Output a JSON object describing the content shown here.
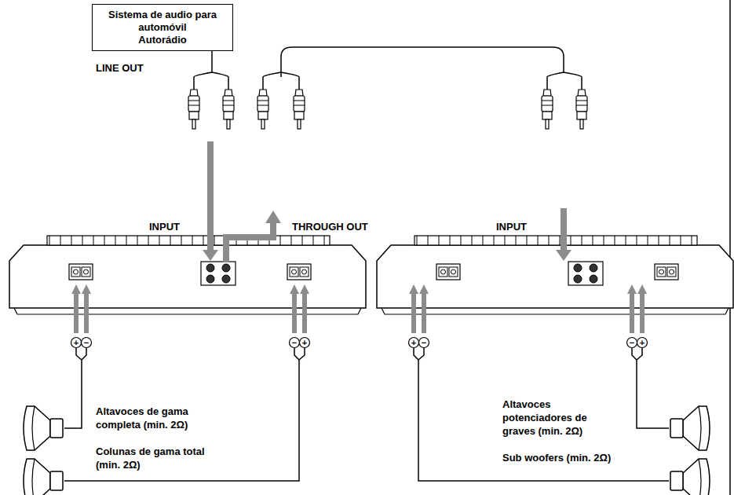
{
  "diagram": {
    "nodes": [
      {
        "text": [
          "Sistema de audio para automóvil",
          "Autorádio"
        ]
      }
    ],
    "labels": [
      "LINE OUT",
      "INPUT",
      "THROUGH OUT",
      "INPUT",
      "+",
      "−",
      "−",
      "+",
      "+",
      "−",
      "−",
      "+",
      "Altavoces de gama completa (min. 2Ω)",
      "Colunas de gama total (min. 2Ω)",
      "Altavoces potenciadores de graves (min. 2Ω)",
      "Sub woofers (min. 2Ω)"
    ]
  }
}
